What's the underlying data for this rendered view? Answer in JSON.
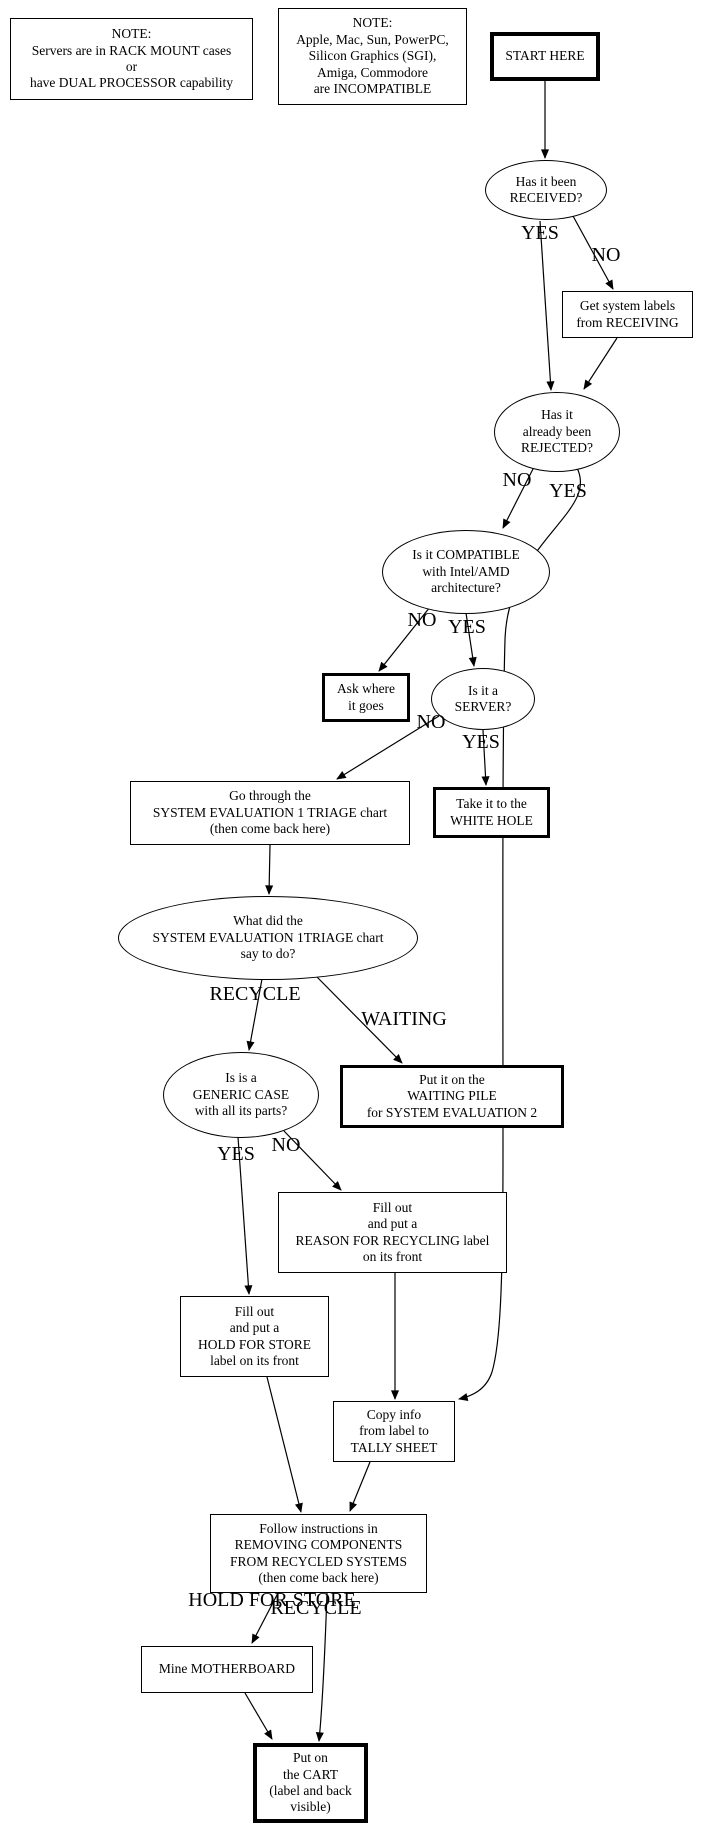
{
  "canvas": {
    "background_color": "#ffffff",
    "stroke_color": "#000000"
  },
  "nodes": {
    "note1": {
      "label": "NOTE:\nServers are in RACK MOUNT cases\nor\nhave DUAL PROCESSOR capability"
    },
    "note2": {
      "label": "NOTE:\nApple, Mac, Sun, PowerPC,\nSilicon Graphics (SGI),\nAmiga, Commodore\nare INCOMPATIBLE"
    },
    "start": {
      "label": "START HERE"
    },
    "received": {
      "label": "Has it been\nRECEIVED?"
    },
    "get_labels": {
      "label": "Get system labels\nfrom RECEIVING"
    },
    "rejected": {
      "label": "Has it\nalready been\nREJECTED?"
    },
    "compatible": {
      "label": "Is it COMPATIBLE\nwith Intel/AMD\narchitecture?"
    },
    "ask_where": {
      "label": "Ask where\nit goes"
    },
    "server": {
      "label": "Is it a\nSERVER?"
    },
    "white_hole": {
      "label": "Take it to the\nWHITE HOLE"
    },
    "go_through": {
      "label": "Go through the\nSYSTEM EVALUATION 1 TRIAGE chart\n(then come back here)"
    },
    "what_did": {
      "label": "What did the\nSYSTEM EVALUATION 1TRIAGE chart\nsay to do?"
    },
    "generic_case": {
      "label": "Is is a\nGENERIC CASE\nwith all its parts?"
    },
    "waiting_pile": {
      "label": "Put it on the\nWAITING PILE\nfor SYSTEM EVALUATION 2"
    },
    "reason_recycling": {
      "label": "Fill out\nand put a\nREASON FOR RECYCLING label\non its front"
    },
    "hold_store": {
      "label": "Fill out\nand put a\nHOLD FOR STORE\nlabel on its front"
    },
    "copy_info": {
      "label": "Copy info\nfrom label to\nTALLY SHEET"
    },
    "follow_instructions": {
      "label": "Follow instructions in\nREMOVING COMPONENTS\nFROM RECYCLED SYSTEMS\n(then come back here)"
    },
    "mine_motherboard": {
      "label": "Mine MOTHERBOARD"
    },
    "cart": {
      "label": "Put on\nthe CART\n(label and back\nvisible)"
    }
  },
  "edge_labels": {
    "received_yes": "YES",
    "received_no": "NO",
    "rejected_no": "NO",
    "rejected_yes": "YES",
    "compatible_no": "NO",
    "compatible_yes": "YES",
    "server_no": "NO",
    "server_yes": "YES",
    "what_recycle": "RECYCLE",
    "what_waiting": "WAITING",
    "generic_yes": "YES",
    "generic_no": "NO",
    "follow_hold": "HOLD FOR STORE",
    "follow_recycle": "RECYCLE"
  },
  "edges": [
    {
      "from": "start",
      "to": "received"
    },
    {
      "from": "received",
      "to": "rejected",
      "label": "YES"
    },
    {
      "from": "received",
      "to": "get_labels",
      "label": "NO"
    },
    {
      "from": "get_labels",
      "to": "rejected"
    },
    {
      "from": "rejected",
      "to": "compatible",
      "label": "NO"
    },
    {
      "from": "rejected",
      "to": "copy_info",
      "label": "YES"
    },
    {
      "from": "compatible",
      "to": "ask_where",
      "label": "NO"
    },
    {
      "from": "compatible",
      "to": "server",
      "label": "YES"
    },
    {
      "from": "server",
      "to": "go_through",
      "label": "NO"
    },
    {
      "from": "server",
      "to": "white_hole",
      "label": "YES"
    },
    {
      "from": "go_through",
      "to": "what_did"
    },
    {
      "from": "what_did",
      "to": "generic_case",
      "label": "RECYCLE"
    },
    {
      "from": "what_did",
      "to": "waiting_pile",
      "label": "WAITING"
    },
    {
      "from": "generic_case",
      "to": "hold_store",
      "label": "YES"
    },
    {
      "from": "generic_case",
      "to": "reason_recycling",
      "label": "NO"
    },
    {
      "from": "reason_recycling",
      "to": "copy_info"
    },
    {
      "from": "hold_store",
      "to": "follow_instructions"
    },
    {
      "from": "copy_info",
      "to": "follow_instructions"
    },
    {
      "from": "follow_instructions",
      "to": "mine_motherboard",
      "label": "HOLD FOR STORE"
    },
    {
      "from": "follow_instructions",
      "to": "cart",
      "label": "RECYCLE"
    },
    {
      "from": "mine_motherboard",
      "to": "cart"
    }
  ]
}
